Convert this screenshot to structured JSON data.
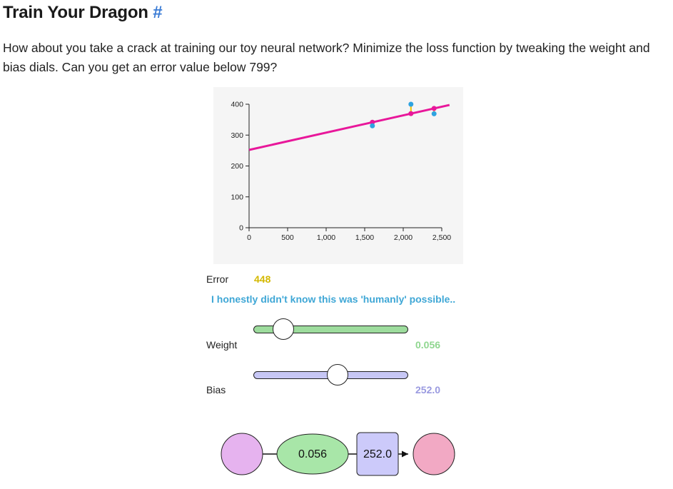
{
  "header": {
    "title": "Train Your Dragon",
    "anchor": "#"
  },
  "intro": "How about you take a crack at training our toy neural network? Minimize the loss function by tweaking the weight and bias dials. Can you get an error value below 799?",
  "chart_data": {
    "type": "scatter",
    "title": "",
    "xlabel": "",
    "ylabel": "",
    "xlim": [
      0,
      2500
    ],
    "ylim": [
      0,
      400
    ],
    "x_ticks": [
      "0",
      "500",
      "1,000",
      "1,500",
      "2,000",
      "2,500"
    ],
    "y_ticks": [
      "0",
      "100",
      "200",
      "300",
      "400"
    ],
    "points": [
      {
        "x": 1600,
        "y": 330
      },
      {
        "x": 2100,
        "y": 400
      },
      {
        "x": 2400,
        "y": 369
      }
    ],
    "predictions": [
      {
        "x": 1600,
        "y": 341.6
      },
      {
        "x": 2100,
        "y": 369.6
      },
      {
        "x": 2400,
        "y": 386.4
      }
    ],
    "line": {
      "weight": 0.056,
      "bias": 252.0,
      "x_start": 0,
      "x_end": 2600
    },
    "colors": {
      "point": "#2ea3e0",
      "prediction": "#e8179a",
      "line": "#e8179a",
      "error": "#f2c200"
    }
  },
  "error": {
    "label": "Error",
    "value": "448"
  },
  "message": "I honestly didn't know this was 'humanly' possible..",
  "weight": {
    "label": "Weight",
    "value": "0.056",
    "fraction": 0.19,
    "color": "#9ddc9d"
  },
  "bias": {
    "label": "Bias",
    "value": "252.0",
    "fraction": 0.54,
    "color": "#c7c7f5"
  },
  "network": {
    "weight_text": "0.056",
    "bias_text": "252.0",
    "colors": {
      "input": "#e6b3ef",
      "weight": "#a8e6a8",
      "bias": "#cccafa",
      "output": "#f2a9c4"
    }
  }
}
